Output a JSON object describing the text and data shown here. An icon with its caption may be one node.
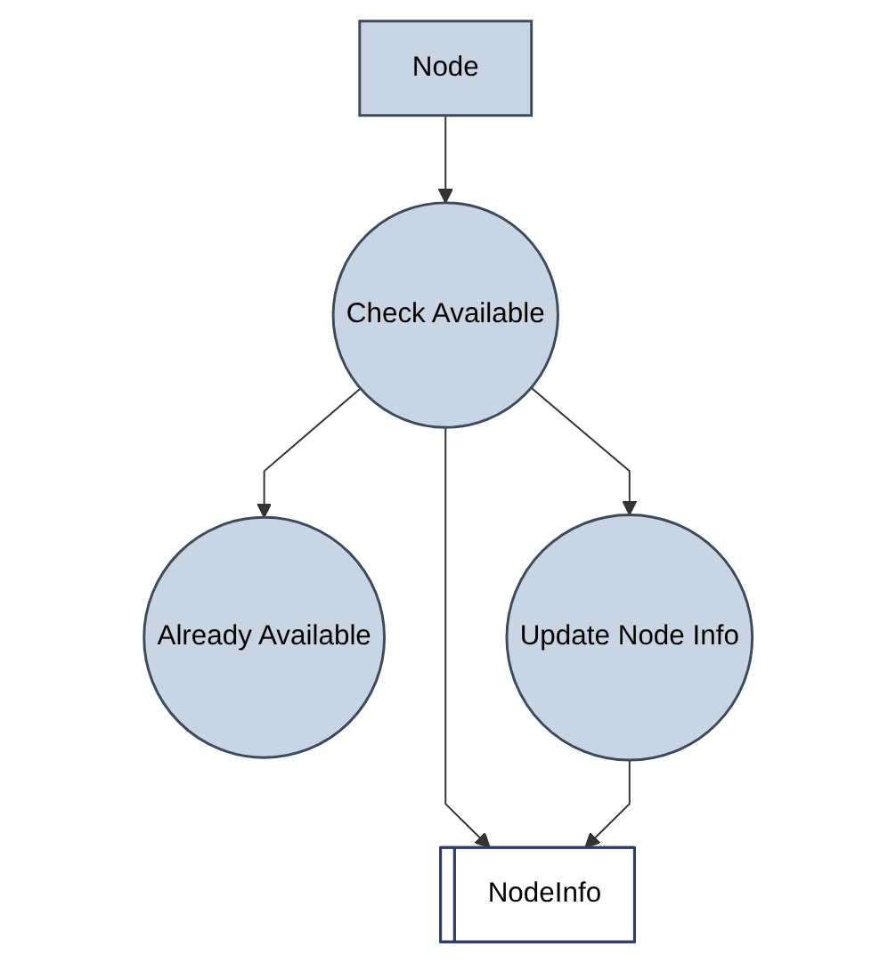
{
  "diagram": {
    "nodes": [
      {
        "text": [
          "Node"
        ]
      },
      {
        "text": [
          "Check Available"
        ]
      },
      {
        "text": [
          "NodeInfo"
        ]
      },
      {
        "text": [
          "Already Available"
        ]
      },
      {
        "text": [
          "Update Node Info"
        ]
      }
    ],
    "edges": [
      {
        "from": 0,
        "to": 1,
        "arrow": "to"
      },
      {
        "from": 1,
        "to": 2,
        "arrow": "to"
      },
      {
        "from": 1,
        "to": 3,
        "arrow": "to"
      },
      {
        "from": 1,
        "to": 4,
        "arrow": "to"
      },
      {
        "from": 4,
        "to": 2,
        "arrow": "to"
      }
    ]
  }
}
